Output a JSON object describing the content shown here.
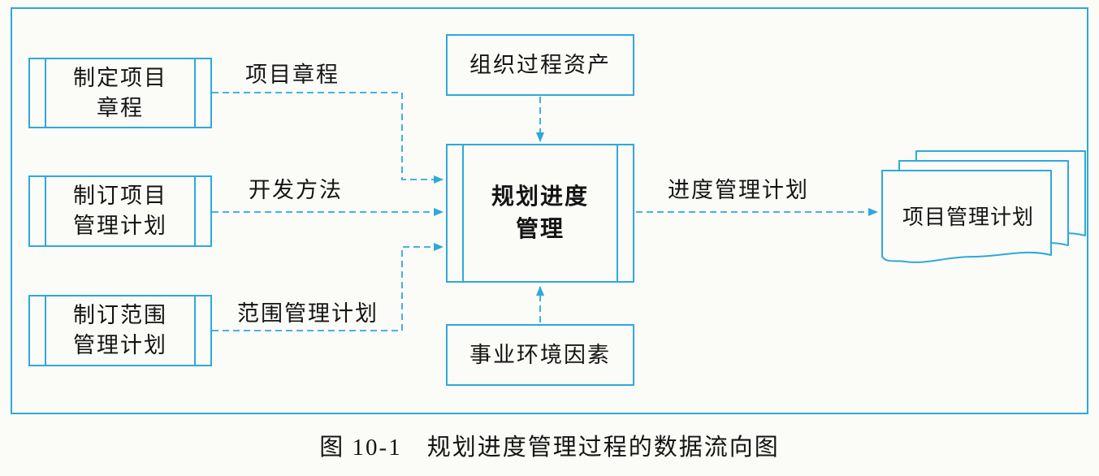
{
  "caption": "图 10-1　规划进度管理过程的数据流向图",
  "nodes": {
    "charter": {
      "line1": "制定项目",
      "line2": "章程"
    },
    "pmplan": {
      "line1": "制订项目",
      "line2": "管理计划"
    },
    "scope": {
      "line1": "制订范围",
      "line2": "管理计划"
    },
    "opa": {
      "label": "组织过程资产"
    },
    "center": {
      "line1": "规划进度",
      "line2": "管理"
    },
    "eef": {
      "label": "事业环境因素"
    },
    "doc": {
      "label": "项目管理计划"
    }
  },
  "labels": {
    "charter_out": "项目章程",
    "approach": "开发方法",
    "scope_plan": "范围管理计划",
    "schedule_plan": "进度管理计划"
  },
  "colors": {
    "line": "#2fa8dc",
    "text": "#141414",
    "paper": "#fbfbf8"
  }
}
